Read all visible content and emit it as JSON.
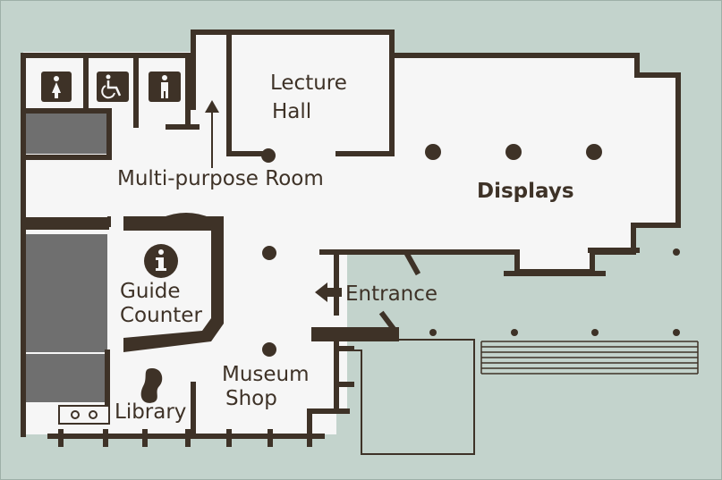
{
  "colors": {
    "background": "#c3d3cc",
    "floor": "#f6f6f6",
    "wall": "#3e3227",
    "storage": "#6f6f6f",
    "border": "#9eb0a8"
  },
  "labels": {
    "lecture_hall": [
      "Lecture",
      "Hall"
    ],
    "multi_purpose_room": "Multi-purpose Room",
    "displays": "Displays",
    "guide_counter": [
      "Guide",
      "Counter"
    ],
    "entrance": "Entrance",
    "museum_shop": [
      "Museum",
      "Shop"
    ],
    "library": "Library"
  },
  "icons": {
    "restroom_women": "female-person-icon",
    "restroom_accessible": "wheelchair-icon",
    "restroom_men": "male-person-icon",
    "information": "information-icon",
    "entrance_arrow": "arrow-left-icon",
    "room_arrow": "arrow-up-icon"
  }
}
